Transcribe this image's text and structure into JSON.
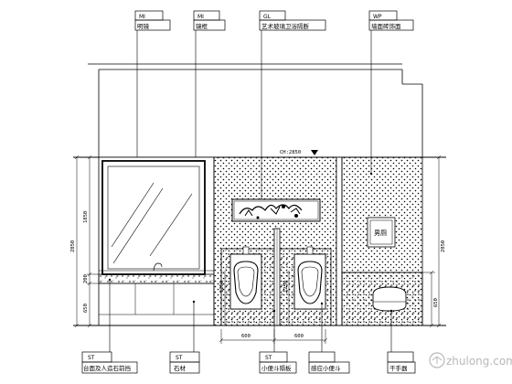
{
  "tags_top": [
    {
      "code": "MI",
      "text": "明镜"
    },
    {
      "code": "MI",
      "text": "镜框"
    },
    {
      "code": "GL",
      "text": "艺术玻璃卫浴隔断"
    },
    {
      "code": "WP",
      "text": "墙面砖饰面"
    }
  ],
  "tags_bottom": [
    {
      "code": "ST",
      "text": "台面及人造石前挡"
    },
    {
      "code": "ST",
      "text": "石材"
    },
    {
      "code": "ST",
      "text": "小便斗隔板"
    },
    {
      "code": "",
      "text": "感应小便斗"
    },
    {
      "code": "",
      "text": "干手器"
    }
  ],
  "ceiling_height": "CH:2850",
  "dims_left": [
    "1850",
    "200",
    "650"
  ],
  "dims_total": "2850",
  "dims_right_total": "2850",
  "dims_right_small": "650",
  "dims_bottom": [
    "600",
    "600"
  ],
  "dims_vertical": [
    "1250",
    "1250"
  ],
  "sign_label": "男厕",
  "watermark": "zhulong.com"
}
